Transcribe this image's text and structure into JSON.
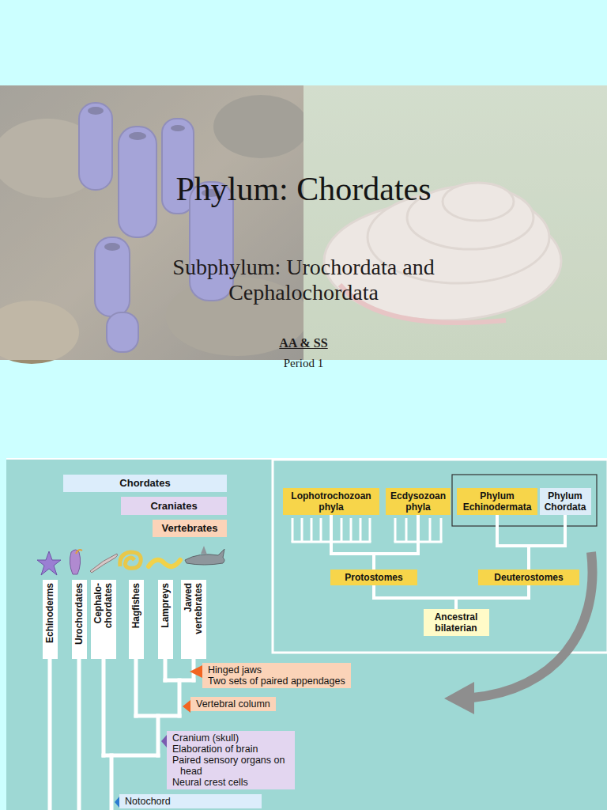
{
  "diagram": {
    "title": "Phylum: Chordates",
    "nodes": [
      {
        "text": [
          "Chordates"
        ]
      },
      {
        "text": [
          "Craniates"
        ]
      },
      {
        "text": [
          "Vertebrates"
        ]
      },
      {
        "text": [
          "Lophotrochozoan phyla"
        ]
      },
      {
        "text": [
          "Ecdysozoan phyla"
        ]
      },
      {
        "text": [
          "Phylum Echinodermata"
        ]
      },
      {
        "text": [
          "Phylum Chordata"
        ]
      },
      {
        "text": [
          "Echinoderms"
        ]
      },
      {
        "text": [
          "Urochordates"
        ]
      },
      {
        "text": [
          "Cephalo- chordates"
        ]
      },
      {
        "text": [
          "Hagfishes"
        ]
      },
      {
        "text": [
          "Lampreys"
        ]
      },
      {
        "text": [
          "Jawed vertebrates"
        ]
      },
      {
        "text": [
          "Protostomes"
        ]
      },
      {
        "text": [
          "Deuterostomes"
        ]
      },
      {
        "text": [
          "Hinged jaws",
          "Two sets of paired appendages"
        ]
      },
      {
        "text": [
          "Ancestral bilaterian"
        ]
      },
      {
        "text": [
          "Vertebral column"
        ]
      },
      {
        "text": [
          "Cranium (skull)",
          "Elaboration of brain",
          "Paired sensory organs on head",
          "Neural crest cells"
        ]
      },
      {
        "text": [
          "Notochord"
        ]
      }
    ],
    "edges": [
      {
        "from": 3,
        "to": 13,
        "arrow": "none"
      },
      {
        "from": 4,
        "to": 13,
        "arrow": "none"
      },
      {
        "from": 5,
        "to": 14,
        "arrow": "none"
      },
      {
        "from": 6,
        "to": 14,
        "arrow": "none"
      },
      {
        "from": 13,
        "to": 16,
        "arrow": "none"
      },
      {
        "from": 14,
        "to": 16,
        "arrow": "none"
      }
    ],
    "labels": [
      "Subphylum: Urochordata and Cephalochordata",
      "AA & SS",
      "Period 1"
    ]
  }
}
